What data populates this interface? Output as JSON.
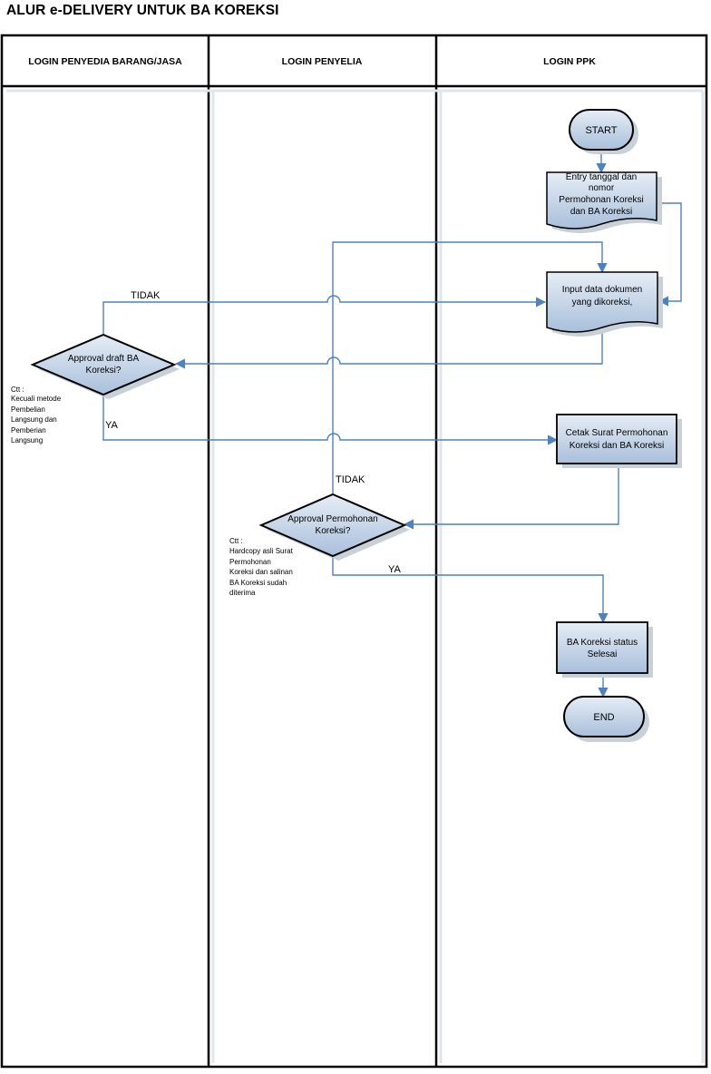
{
  "title": "ALUR e-DELIVERY UNTUK BA KOREKSI",
  "lanes": [
    {
      "label": "LOGIN PENYEDIA BARANG/JASA"
    },
    {
      "label": "LOGIN PENYELIA"
    },
    {
      "label": "LOGIN PPK"
    }
  ],
  "nodes": {
    "start": "START",
    "entry": [
      "Entry tanggal dan",
      "nomor",
      "Permohonan Koreksi",
      "dan BA Koreksi"
    ],
    "input": [
      "Input data dokumen",
      "yang dikoreksi,"
    ],
    "approval_draft": [
      "Approval draft BA",
      "Koreksi?"
    ],
    "cetak": [
      "Cetak Surat Permohonan",
      "Koreksi dan BA Koreksi"
    ],
    "approval_permohonan": [
      "Approval Permohonan",
      "Koreksi?"
    ],
    "ba_selesai": [
      "BA Koreksi status",
      "Selesai"
    ],
    "end": "END"
  },
  "edge_labels": {
    "tidak_1": "TIDAK",
    "ya_1": "YA",
    "tidak_2": "TIDAK",
    "ya_2": "YA"
  },
  "notes": {
    "note_1": [
      "Ctt :",
      "Kecuali metode",
      "Pembelian",
      "Langsung dan",
      "Pemberian",
      "Langsung"
    ],
    "note_2": [
      "Ctt :",
      "Hardcopy asli Surat",
      "Permohonan",
      "Koreksi dan salinan",
      "BA Koreksi sudah",
      "diterima"
    ]
  },
  "colors": {
    "connector": "#4f81bd",
    "shape_fill_light": "#dbe5f1",
    "shape_fill_dark": "#b8cce4",
    "shadow": "#c8d0d8",
    "lane_line": "#000000"
  }
}
